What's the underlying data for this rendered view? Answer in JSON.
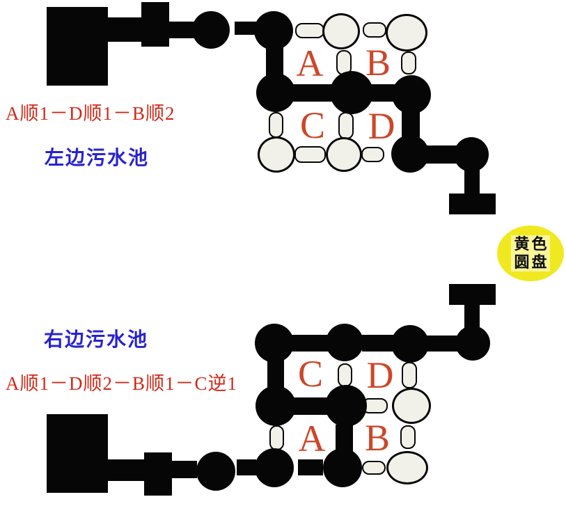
{
  "colors": {
    "background": "#ffffff",
    "pipe_black": "#060606",
    "valve_fill": "#f2f1e9",
    "sequence_red": "#cf2a19",
    "letter_red": "#cc4729",
    "label_blue": "#2823cd",
    "disc_yellow": "#f0e920"
  },
  "left_pool": {
    "sequence": "A顺1－D顺1－B顺2",
    "name": "左边污水池",
    "quadrant_labels": [
      "A",
      "B",
      "C",
      "D"
    ]
  },
  "right_pool": {
    "sequence": "A顺1－D顺2－B顺1－C逆1",
    "name": "右边污水池",
    "quadrant_labels": [
      "C",
      "D",
      "A",
      "B"
    ]
  },
  "yellow_disc": {
    "line1": "黄色",
    "line2": "圆盘"
  },
  "diagram": {
    "networks": [
      {
        "name": "left-pool-pipe-network",
        "filled_pipes": [
          [
            67,
            10,
            88,
            113
          ],
          [
            153,
            25,
            52,
            35
          ],
          [
            203,
            3,
            40,
            64
          ],
          [
            243,
            31,
            36,
            24
          ],
          [
            337,
            31,
            32,
            19
          ],
          [
            382,
            61,
            25,
            58
          ],
          [
            413,
            121,
            84,
            25
          ],
          [
            523,
            121,
            60,
            25
          ],
          [
            577,
            157,
            26,
            50
          ],
          [
            607,
            209,
            55,
            26
          ],
          [
            667,
            242,
            22,
            40
          ],
          [
            645,
            278,
            67,
            30
          ]
        ],
        "filled_nodes": [
          [
            303,
            43,
            27
          ],
          [
            393,
            44,
            28
          ],
          [
            396,
            133,
            28
          ],
          [
            505,
            133,
            31
          ],
          [
            591,
            136,
            28
          ],
          [
            589,
            221,
            27
          ],
          [
            677,
            222,
            25
          ]
        ],
        "open_nodes": [
          [
            490,
            45,
            27,
            26
          ],
          [
            584,
            47,
            30,
            27
          ],
          [
            397,
            222,
            27,
            26
          ],
          [
            494,
            222,
            26,
            25
          ]
        ],
        "open_connectors": [
          [
            424,
            33,
            42,
            22
          ],
          [
            521,
            32,
            34,
            22
          ],
          [
            483,
            72,
            22,
            36
          ],
          [
            576,
            74,
            22,
            33
          ],
          [
            386,
            161,
            21,
            37
          ],
          [
            486,
            161,
            22,
            39
          ],
          [
            423,
            210,
            45,
            24
          ],
          [
            519,
            211,
            33,
            22
          ]
        ]
      },
      {
        "name": "right-pool-pipe-network",
        "filled_pipes": [
          [
            645,
            408,
            67,
            30
          ],
          [
            667,
            438,
            22,
            34
          ],
          [
            612,
            482,
            46,
            23
          ],
          [
            418,
            481,
            64,
            24
          ],
          [
            520,
            481,
            52,
            24
          ],
          [
            384,
            514,
            24,
            48
          ],
          [
            413,
            571,
            84,
            25
          ],
          [
            482,
            610,
            25,
            42
          ],
          [
            428,
            660,
            36,
            23
          ],
          [
            340,
            660,
            28,
            23
          ],
          [
            247,
            662,
            36,
            25
          ],
          [
            207,
            650,
            40,
            62
          ],
          [
            155,
            660,
            52,
            31
          ],
          [
            67,
            595,
            88,
            113
          ]
        ],
        "filled_nodes": [
          [
            310,
            677,
            28
          ],
          [
            394,
            672,
            28
          ],
          [
            492,
            672,
            28
          ],
          [
            396,
            583,
            29
          ],
          [
            497,
            583,
            30
          ],
          [
            394,
            493,
            28
          ],
          [
            495,
            492,
            27
          ],
          [
            589,
            494,
            27
          ],
          [
            679,
            493,
            25
          ]
        ],
        "open_nodes": [
          [
            591,
            583,
            28,
            26
          ],
          [
            585,
            672,
            30,
            24
          ]
        ],
        "open_connectors": [
          [
            485,
            522,
            21,
            34
          ],
          [
            577,
            520,
            22,
            38
          ],
          [
            520,
            572,
            37,
            22
          ],
          [
            387,
            611,
            21,
            36
          ],
          [
            575,
            611,
            22,
            34
          ],
          [
            520,
            662,
            34,
            20
          ]
        ]
      }
    ]
  }
}
